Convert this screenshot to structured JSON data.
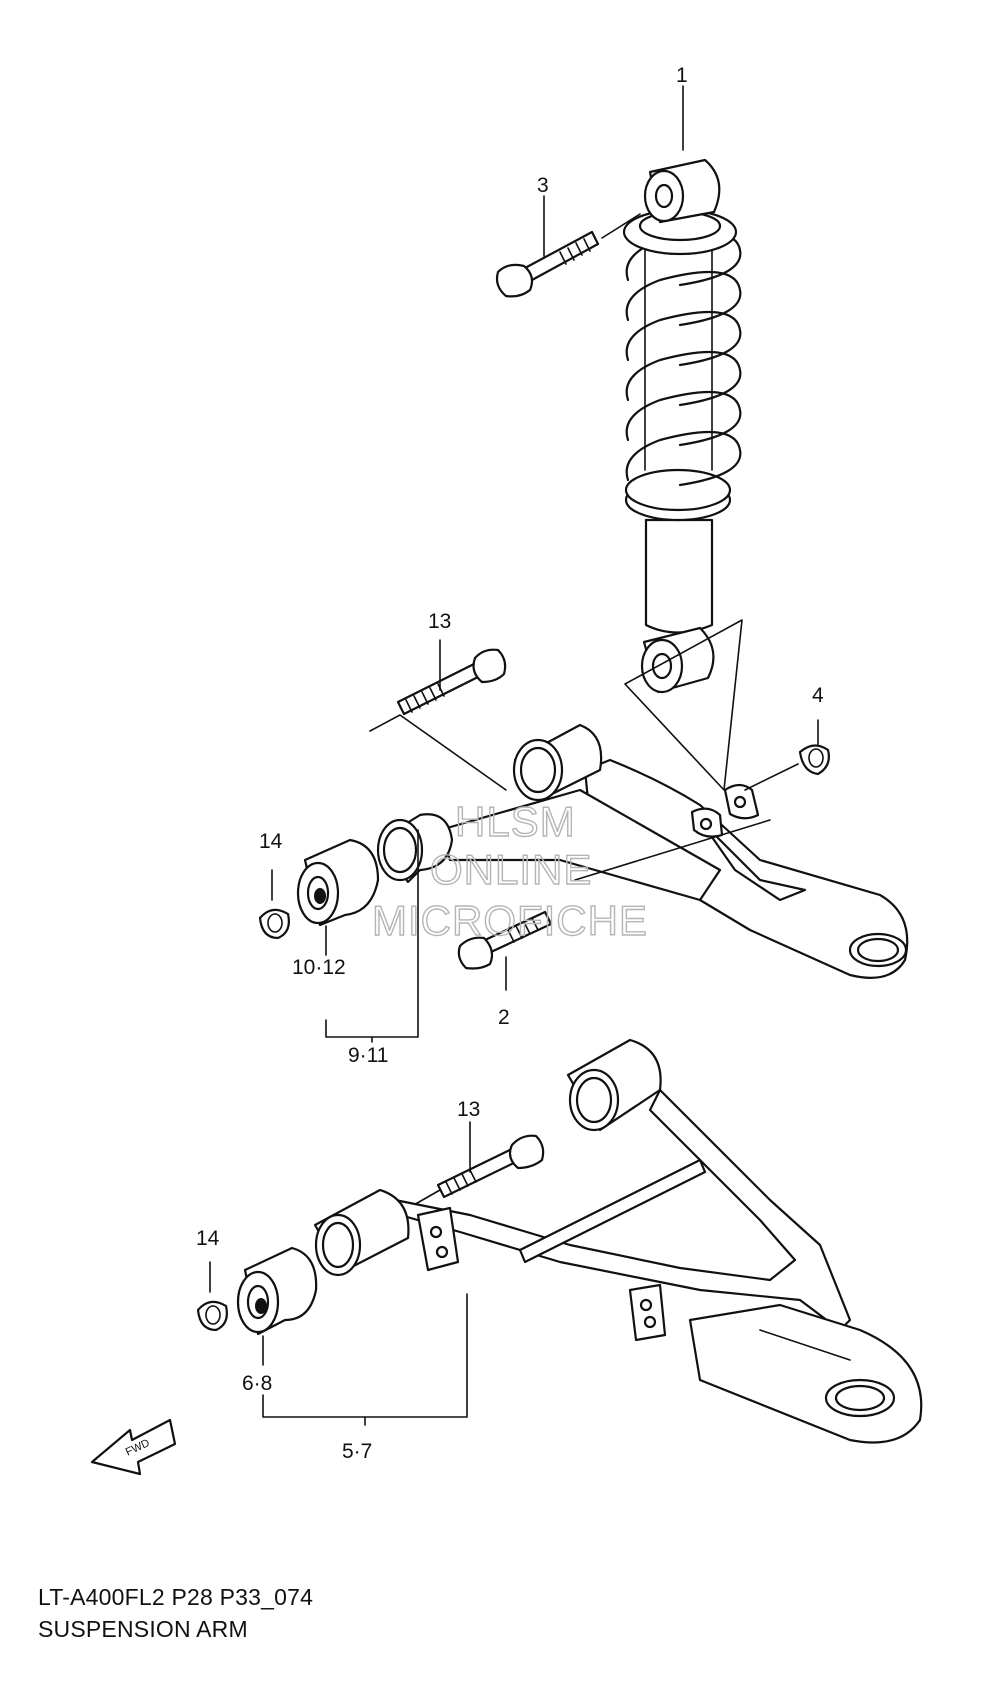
{
  "callouts": {
    "p1": "1",
    "p2": "2",
    "p3": "3",
    "p4": "4",
    "p13_top": "13",
    "p13_bottom": "13",
    "p14_top": "14",
    "p14_bottom": "14",
    "p10_12": "10·12",
    "p9_11": "9·11",
    "p6_8": "6·8",
    "p5_7": "5·7"
  },
  "watermark": {
    "line1": "HLSM",
    "line2": "ONLINE",
    "line3": "MICROFICHE"
  },
  "fwd_label": "FWD",
  "caption": {
    "code": "LT-A400FL2 P28 P33_074",
    "title": "SUSPENSION ARM"
  }
}
